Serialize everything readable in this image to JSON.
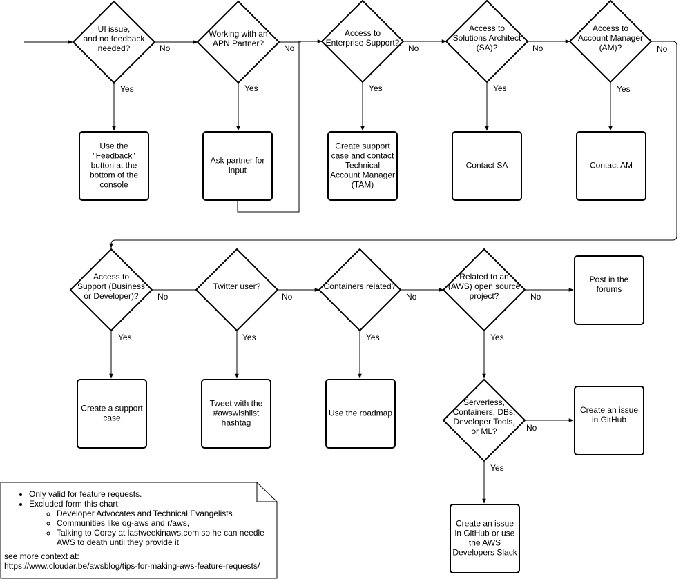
{
  "decisions": {
    "ui_issue": [
      "UI issue,",
      "and no feedback",
      "needed?"
    ],
    "apn_partner": [
      "Working with an",
      "APN Partner?"
    ],
    "enterprise_support": [
      "Access to",
      "Enterprise Support?"
    ],
    "solutions_architect": [
      "Access to",
      "Solutions Architect",
      "(SA)?"
    ],
    "account_manager": [
      "Access to",
      "Account Manager",
      "(AM)?"
    ],
    "support_plan": [
      "Access to",
      "Support (Business",
      "or Developer)?"
    ],
    "twitter": [
      "Twitter user?"
    ],
    "containers": [
      "Containers related?"
    ],
    "open_source": [
      "Related to an",
      "(AWS) open source",
      "project?"
    ],
    "service_team": [
      "Serverless,",
      "Containers, DBs,",
      "Developer Tools,",
      "or ML?"
    ]
  },
  "actions": {
    "feedback_button": [
      "Use the",
      "\"Feedback\"",
      "button at the",
      "bottom of the",
      "console"
    ],
    "ask_partner": [
      "Ask partner for",
      "input"
    ],
    "create_case_tam": [
      "Create support",
      "case and contact",
      "Technical",
      "Account Manager",
      "(TAM)"
    ],
    "contact_sa": [
      "Contact SA"
    ],
    "contact_am": [
      "Contact AM"
    ],
    "create_support_case": [
      "Create a support",
      "case"
    ],
    "tweet": [
      "Tweet with the",
      "#awswishlist",
      "hashtag"
    ],
    "roadmap": [
      "Use the roadmap"
    ],
    "forums": [
      "Post in the",
      "forums"
    ],
    "github_issue": [
      "Create an issue",
      "in GitHub"
    ],
    "github_or_slack": [
      "Create an issue",
      "in GitHub or use",
      "the AWS",
      "Developers Slack"
    ]
  },
  "edge_labels": {
    "yes": "Yes",
    "no": "No"
  },
  "note": {
    "items": [
      "Only valid for feature requests.",
      "Excluded form this chart:"
    ],
    "excluded": [
      "Developer Advocates and Technical Evangelists",
      "Communities like og-aws and r/aws,",
      "Talking to Corey at lastweekinaws.com so he can needle AWS to death until they provide it"
    ],
    "footer_label": "see more context at:",
    "footer_url": "https://www.cloudar.be/awsblog/tips-for-making-aws-feature-requests/"
  }
}
